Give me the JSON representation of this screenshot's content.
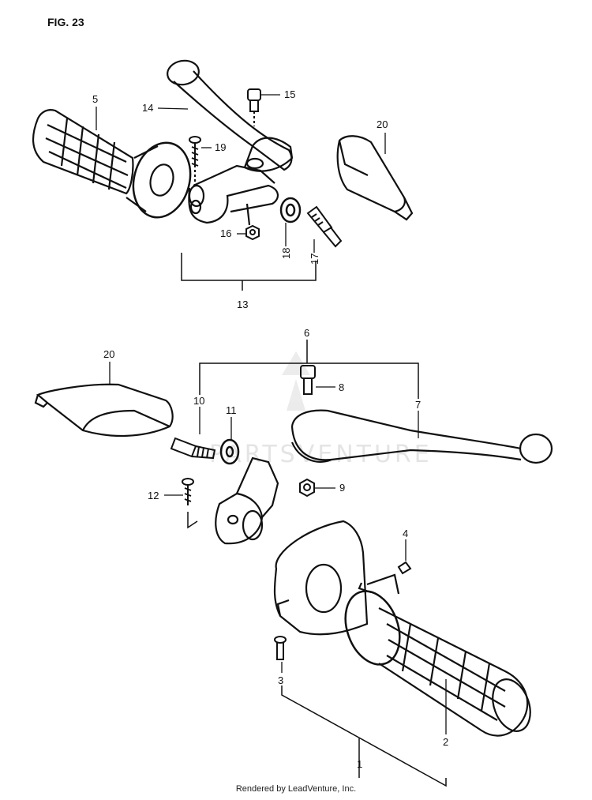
{
  "figure": {
    "title": "FIG. 23"
  },
  "callouts": [
    "1",
    "2",
    "3",
    "4",
    "5",
    "6",
    "7",
    "8",
    "9",
    "10",
    "11",
    "12",
    "13",
    "14",
    "15",
    "16",
    "17",
    "18",
    "19",
    "20",
    "20"
  ],
  "footer": {
    "text": "Rendered by LeadVenture, Inc."
  },
  "watermark": {
    "text": "PARTSVENTURE"
  },
  "colors": {
    "ink": "#111111",
    "background": "#ffffff",
    "watermark": "#cfcfcf"
  }
}
